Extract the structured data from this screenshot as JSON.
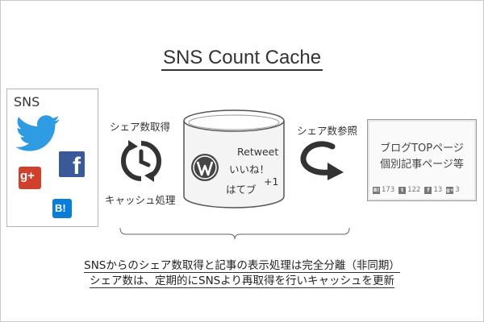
{
  "title": "SNS Count Cache",
  "sns_box": {
    "label": "SNS",
    "icons": [
      "twitter-icon",
      "facebook-icon",
      "google-plus-icon",
      "hatena-bookmark-icon"
    ],
    "google_plus_text": "g+",
    "facebook_text": "f",
    "hatena_text": "B!"
  },
  "captions": {
    "share_fetch": "シェア数取得",
    "cache_process": "キャッシュ処理",
    "share_reference": "シェア数参照"
  },
  "cache_db": {
    "retweet": "Retweet",
    "like": "いいね！",
    "plus_one": "+1",
    "hatebu": "はてブ"
  },
  "page_box": {
    "line1": "ブログTOPページ",
    "line2": "個別記事ページ等",
    "counts": [
      {
        "icon": "hatena-icon",
        "glyph": "B!",
        "value": "173"
      },
      {
        "icon": "twitter-icon",
        "glyph": "t",
        "value": "122"
      },
      {
        "icon": "facebook-icon",
        "glyph": "f",
        "value": "13"
      },
      {
        "icon": "google-plus-icon",
        "glyph": "g+",
        "value": "3"
      }
    ]
  },
  "description": {
    "line1": "SNSからのシェア数取得と記事の表示処理は完全分離（非同期）",
    "line2": "シェア数は、定期的にSNSより再取得を行いキャッシュを更新"
  },
  "colors": {
    "twitter": "#2f9be3",
    "facebook": "#3b5998",
    "google_plus": "#d1402a",
    "hatena": "#0a7dd6",
    "wordpress": "#464646"
  }
}
